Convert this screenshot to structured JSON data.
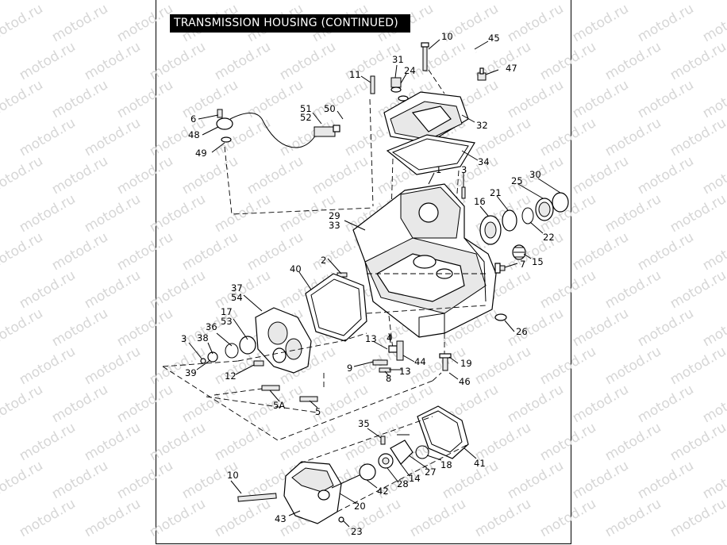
{
  "title": "TRANSMISSION HOUSING (CONTINUED)",
  "watermark": "motod.ru",
  "parts": {
    "p10a": "10",
    "p45": "45",
    "p31": "31",
    "p24": "24",
    "p47": "47",
    "p11": "11",
    "p51": "51",
    "p50": "50",
    "p52": "52",
    "p6": "6",
    "p48": "48",
    "p32": "32",
    "p49": "49",
    "p34": "34",
    "p1": "1",
    "p3a": "3",
    "p30": "30",
    "p25": "25",
    "p21": "21",
    "p16": "16",
    "p29": "29",
    "p33": "33",
    "p22": "22",
    "p2": "2",
    "p15": "15",
    "p40": "40",
    "p7": "7",
    "p37": "37",
    "p54": "54",
    "p17": "17",
    "p53": "53",
    "p36": "36",
    "p38": "38",
    "p3b": "3",
    "p26": "26",
    "p4": "4",
    "p13a": "13",
    "p19": "19",
    "p9": "9",
    "p44": "44",
    "p13b": "13",
    "p39": "39",
    "p12": "12",
    "p8": "8",
    "p46": "46",
    "p5a": "5A",
    "p5": "5",
    "p35": "35",
    "p41": "41",
    "p18": "18",
    "p27": "27",
    "p14": "14",
    "p10b": "10",
    "p28": "28",
    "p42": "42",
    "p20": "20",
    "p43": "43",
    "p23": "23"
  }
}
